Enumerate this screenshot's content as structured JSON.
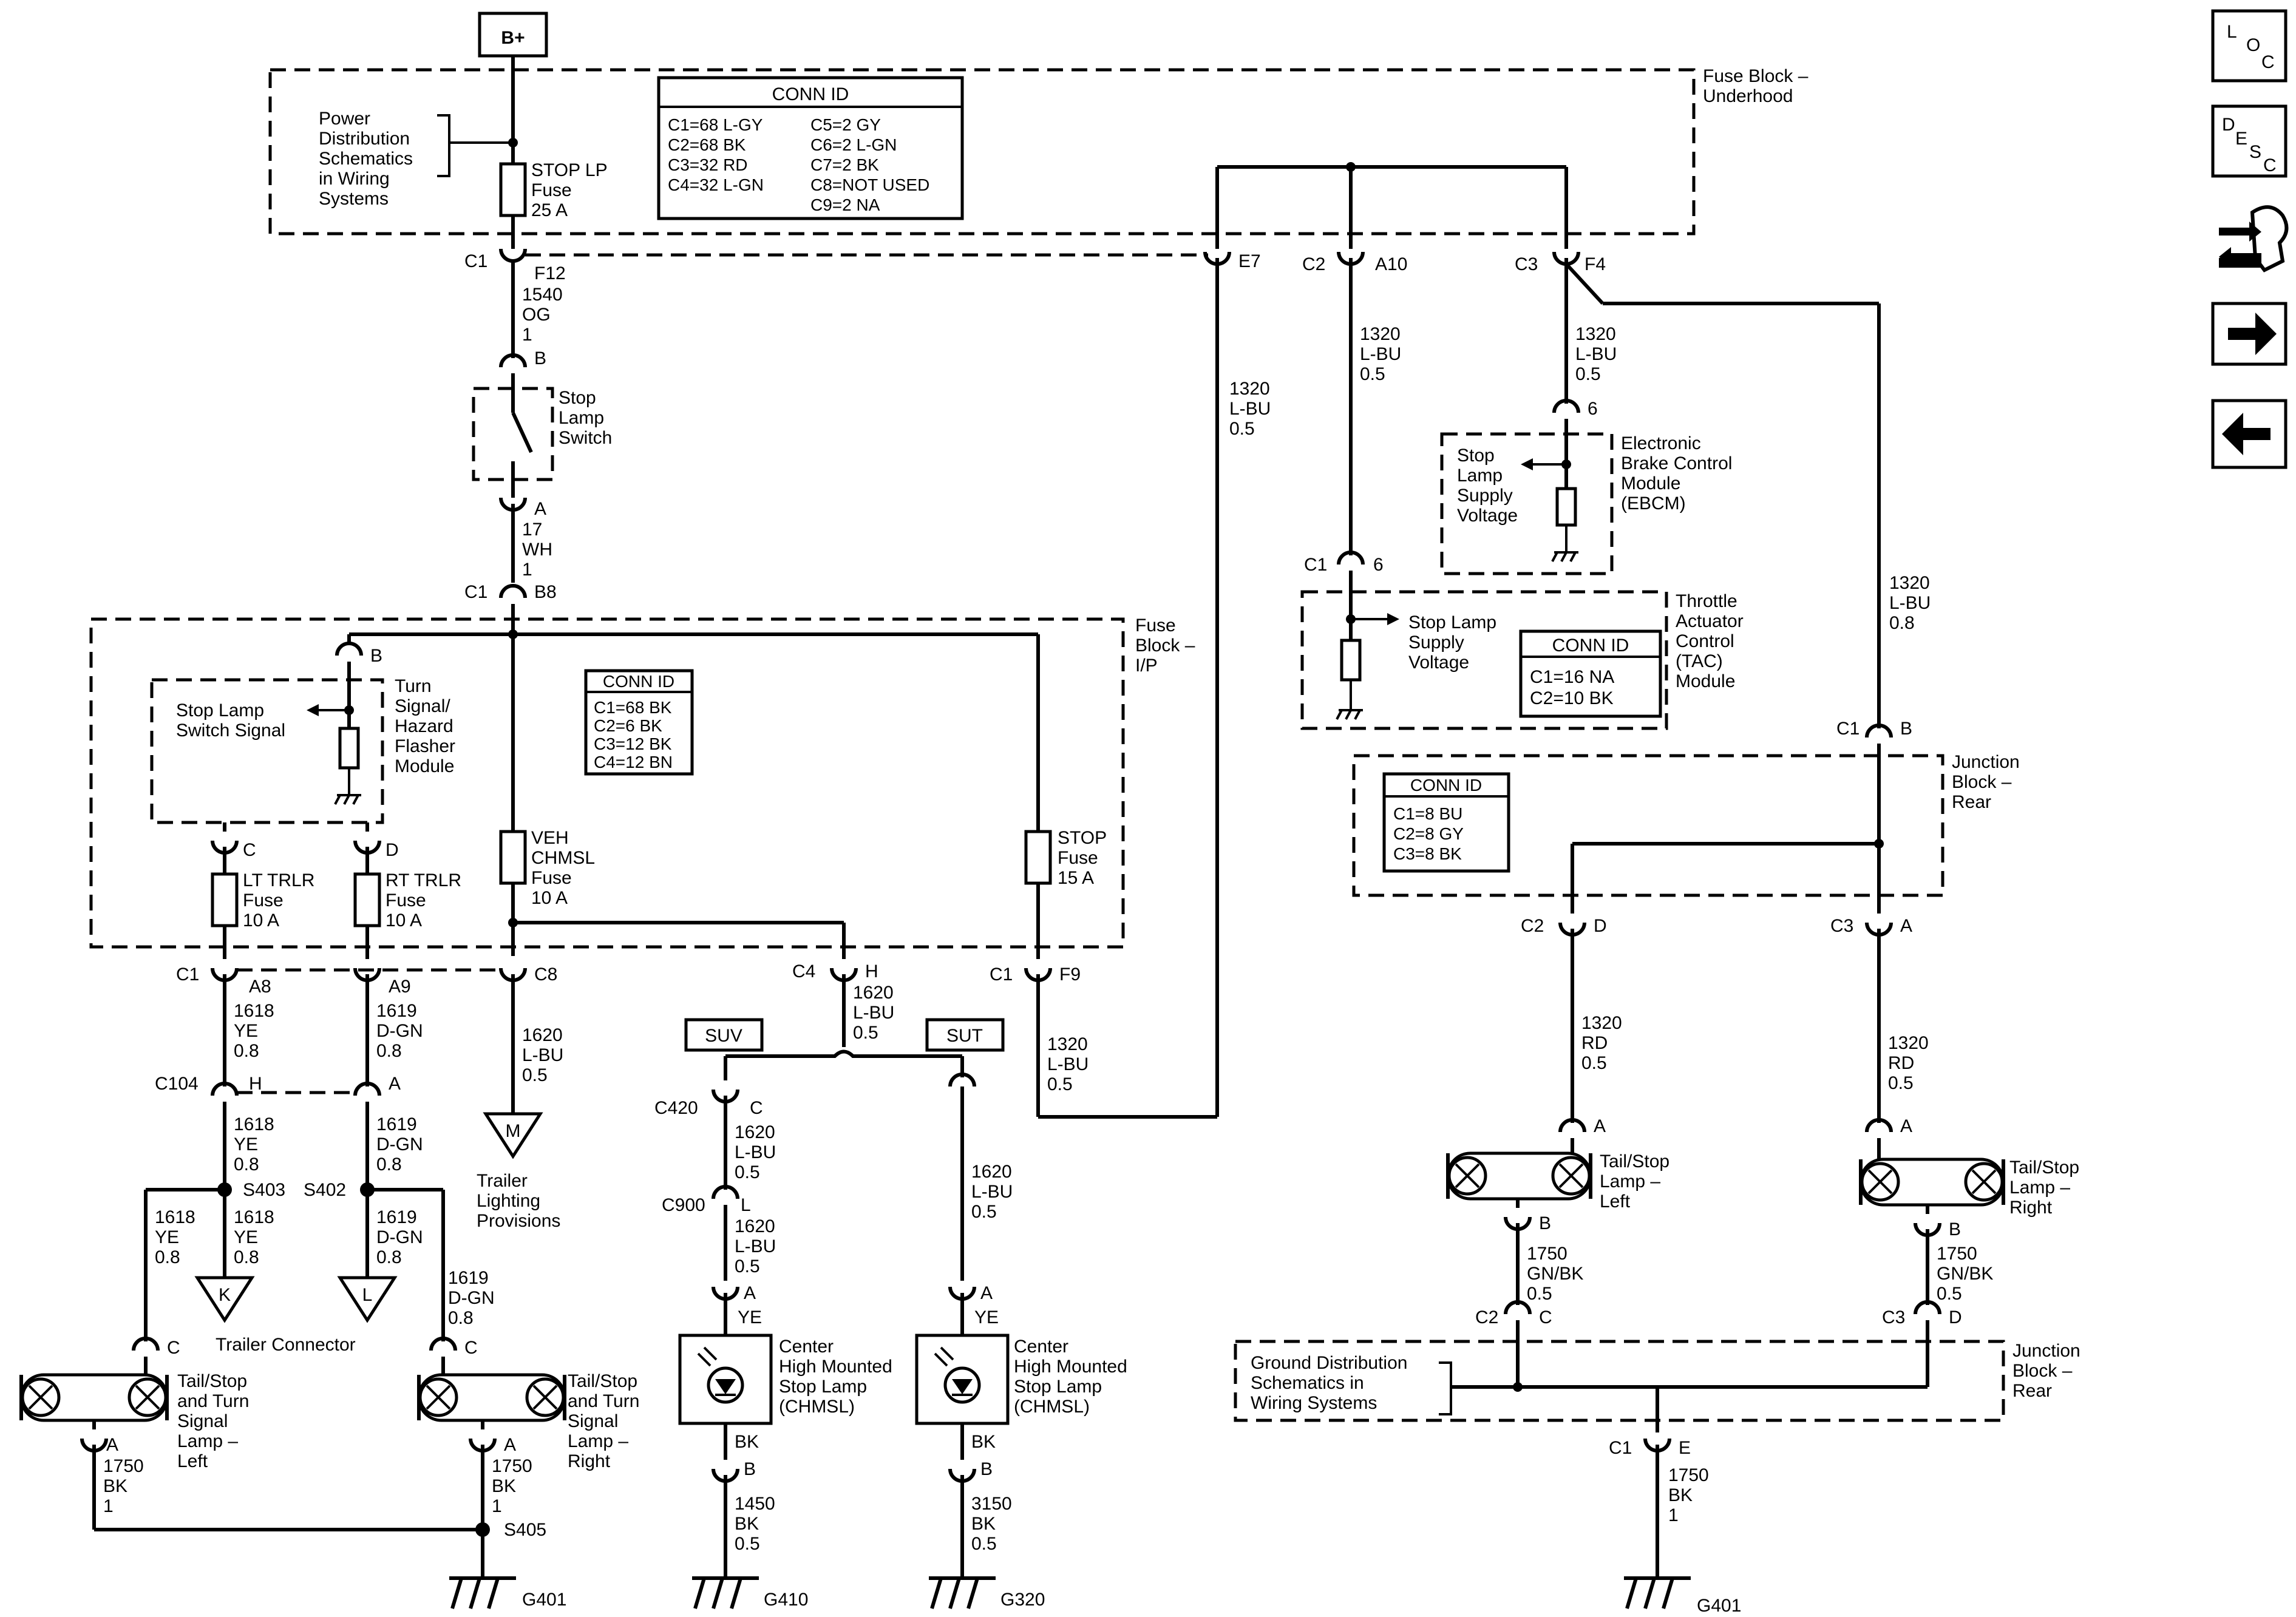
{
  "power": {
    "label": "B+"
  },
  "fuse_block_underhood": {
    "name": "Fuse Block –",
    "name2": "Underhood",
    "pds": [
      "Power",
      "Distribution",
      "Schematics",
      "in Wiring",
      "Systems"
    ],
    "stop_fuse": [
      "STOP LP",
      "Fuse",
      "25 A"
    ],
    "conn_title": "CONN ID",
    "conn_left": [
      "C1=68 L-GY",
      "C2=68 BK",
      "C3=32 RD",
      "C4=32 L-GN"
    ],
    "conn_right": [
      "C5=2 GY",
      "C6=2 L-GN",
      "C7=2 BK",
      "C8=NOT USED",
      "C9=2 NA"
    ]
  },
  "wires": {
    "w1540": [
      "1540",
      "OG",
      "1"
    ],
    "w17": [
      "17",
      "WH",
      "1"
    ],
    "w1320_e7": [
      "1320",
      "L-BU",
      "0.5"
    ],
    "w1320_a10": [
      "1320",
      "L-BU",
      "0.5"
    ],
    "w1320_f4": [
      "1320",
      "L-BU",
      "0.5"
    ],
    "w1320_right": [
      "1320",
      "L-BU",
      "0.8"
    ],
    "w1620_c8": [
      "1620",
      "L-BU",
      "0.5"
    ],
    "w1620_h": [
      "1620",
      "L-BU",
      "0.5"
    ],
    "w1320_f9": [
      "1320",
      "L-BU",
      "0.5"
    ],
    "w1618_a": [
      "1618",
      "YE",
      "0.8"
    ],
    "w1619_a": [
      "1619",
      "D-GN",
      "0.8"
    ],
    "w1618_b": [
      "1618",
      "YE",
      "0.8"
    ],
    "w1619_b": [
      "1619",
      "D-GN",
      "0.8"
    ],
    "w1618_c": [
      "1618",
      "YE",
      "0.8"
    ],
    "w1618_d": [
      "1618",
      "YE",
      "0.8"
    ],
    "w1619_c": [
      "1619",
      "D-GN",
      "0.8"
    ],
    "w1619_d": [
      "1619",
      "D-GN",
      "0.8"
    ],
    "w1750_l": [
      "1750",
      "BK",
      "1"
    ],
    "w1750_r": [
      "1750",
      "BK",
      "1"
    ],
    "w1620_suv1": [
      "1620",
      "L-BU",
      "0.5"
    ],
    "w1620_suv2": [
      "1620",
      "L-BU",
      "0.5"
    ],
    "w1620_sut": [
      "1620",
      "L-BU",
      "0.5"
    ],
    "w1450": [
      "1450",
      "BK",
      "0.5"
    ],
    "w3150": [
      "3150",
      "BK",
      "0.5"
    ],
    "w1320_rd_l": [
      "1320",
      "RD",
      "0.5"
    ],
    "w1320_rd_r": [
      "1320",
      "RD",
      "0.5"
    ],
    "w1750_gn_l": [
      "1750",
      "GN/BK",
      "0.5"
    ],
    "w1750_gn_r": [
      "1750",
      "GN/BK",
      "0.5"
    ],
    "w1750_e": [
      "1750",
      "BK",
      "1"
    ]
  },
  "pins": {
    "c1": "C1",
    "f12": "F12",
    "b": "B",
    "a": "A",
    "b8": "B8",
    "e7": "E7",
    "c2": "C2",
    "a10": "A10",
    "c3": "C3",
    "f4": "F4",
    "p6": "6",
    "c": "C",
    "d": "D",
    "a8": "A8",
    "a9": "A9",
    "c8": "C8",
    "c4": "C4",
    "h": "H",
    "f9": "F9",
    "c104": "C104",
    "e": "E",
    "c420": "C420",
    "c900": "C900",
    "l": "L"
  },
  "components": {
    "stop_lamp_switch": [
      "Stop",
      "Lamp",
      "Switch"
    ],
    "fuse_block_ip": [
      "Fuse",
      "Block –",
      "I/P"
    ],
    "flasher": [
      "Turn",
      "Signal/",
      "Hazard",
      "Flasher",
      "Module"
    ],
    "flasher_signal": [
      "Stop Lamp",
      "Switch Signal"
    ],
    "conn_ip_title": "CONN ID",
    "conn_ip": [
      "C1=68 BK",
      "C2=6 BK",
      "C3=12 BK",
      "C4=12 BN"
    ],
    "veh_chmsl": [
      "VEH",
      "CHMSL",
      "Fuse",
      "10 A"
    ],
    "stop_fuse_ip": [
      "STOP",
      "Fuse",
      "15 A"
    ],
    "lt_trlr": [
      "LT TRLR",
      "Fuse",
      "10 A"
    ],
    "rt_trlr": [
      "RT TRLR",
      "Fuse",
      "10 A"
    ],
    "ebcm": [
      "Electronic",
      "Brake Control",
      "Module",
      "(EBCM)"
    ],
    "ebcm_supply": [
      "Stop",
      "Lamp",
      "Supply",
      "Voltage"
    ],
    "tac": [
      "Throttle",
      "Actuator",
      "Control",
      "(TAC)",
      "Module"
    ],
    "tac_supply": [
      "Stop Lamp",
      "Supply",
      "Voltage"
    ],
    "conn_tac_title": "CONN ID",
    "conn_tac": [
      "C1=16 NA",
      "C2=10 BK"
    ],
    "jb_rear": [
      "Junction",
      "Block –",
      "Rear"
    ],
    "conn_jb_title": "CONN ID",
    "conn_jb": [
      "C1=8 BU",
      "C2=8 GY",
      "C3=8 BK"
    ],
    "tail_left_rear": [
      "Tail/Stop",
      "Lamp –",
      "Left"
    ],
    "tail_right_rear": [
      "Tail/Stop",
      "Lamp –",
      "Right"
    ],
    "gnd_dist": [
      "Ground Distribution",
      "Schematics in",
      "Wiring Systems"
    ],
    "jb_rear2": [
      "Junction",
      "Block –",
      "Rear"
    ],
    "suv": "SUV",
    "sut": "SUT",
    "chmsl": [
      "Center",
      "High Mounted",
      "Stop Lamp",
      "(CHMSL)"
    ],
    "chmsl2": [
      "Center",
      "High Mounted",
      "Stop Lamp",
      "(CHMSL)"
    ],
    "ye": "YE",
    "bk": "BK",
    "trailer_m": "M",
    "trailer_prov": [
      "Trailer",
      "Lighting",
      "Provisions"
    ],
    "trailer_k": "K",
    "trailer_l": "L",
    "trailer_connector": "Trailer Connector",
    "tail_left": [
      "Tail/Stop",
      "and Turn",
      "Signal",
      "Lamp –",
      "Left"
    ],
    "tail_right": [
      "Tail/Stop",
      "and Turn",
      "Signal",
      "Lamp –",
      "Right"
    ]
  },
  "splices": {
    "s403": "S403",
    "s402": "S402",
    "s405": "S405"
  },
  "grounds": {
    "g401a": "G401",
    "g410": "G410",
    "g320": "G320",
    "g401b": "G401"
  },
  "nav": {
    "loc": [
      "L",
      "O",
      "C"
    ],
    "desc": [
      "D",
      "E",
      "S",
      "C"
    ]
  }
}
